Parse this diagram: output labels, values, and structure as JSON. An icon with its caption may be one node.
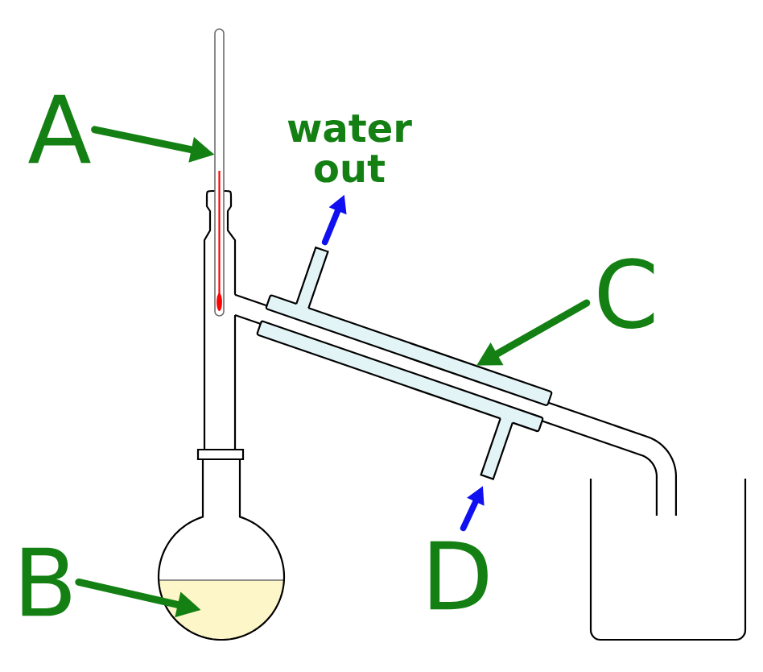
{
  "diagram": {
    "nodes": [
      {
        "text": [
          "A"
        ]
      },
      {
        "text": [],
        "shape": "picture"
      },
      {
        "text": [
          "water out"
        ]
      },
      {
        "text": [],
        "shape": "picture"
      },
      {
        "text": [
          "C"
        ]
      },
      {
        "text": [],
        "shape": "picture"
      },
      {
        "text": [
          "B"
        ]
      },
      {
        "text": [],
        "shape": "picture"
      },
      {
        "text": [
          "D"
        ]
      },
      {
        "text": [],
        "shape": "picture"
      }
    ],
    "edges": [
      {
        "from": 0,
        "to": 1,
        "arrow": "to"
      },
      {
        "from": 3,
        "to": 2,
        "arrow": "to",
        "color": "#1010f0"
      },
      {
        "from": 4,
        "to": 5,
        "arrow": "to"
      },
      {
        "from": 6,
        "to": 7,
        "arrow": "to"
      },
      {
        "from": 8,
        "to": 9,
        "arrow": "to",
        "color": "#1010f0"
      }
    ]
  }
}
